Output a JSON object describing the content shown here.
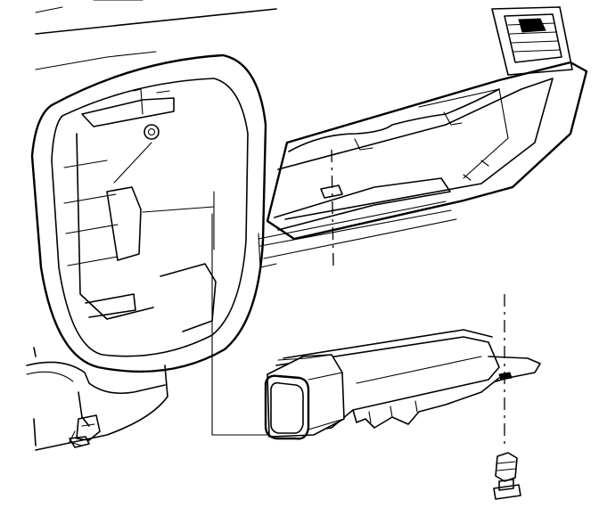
{
  "diagram": {
    "colors": {
      "line": "#000000",
      "background": "#ffffff"
    },
    "parts": [
      "instrument-panel",
      "instrument-cluster-opening",
      "air-outlet-vent",
      "knee-bolster-bracket",
      "steering-column-opening-filler",
      "retaining-clip",
      "push-pin-fastener"
    ]
  }
}
